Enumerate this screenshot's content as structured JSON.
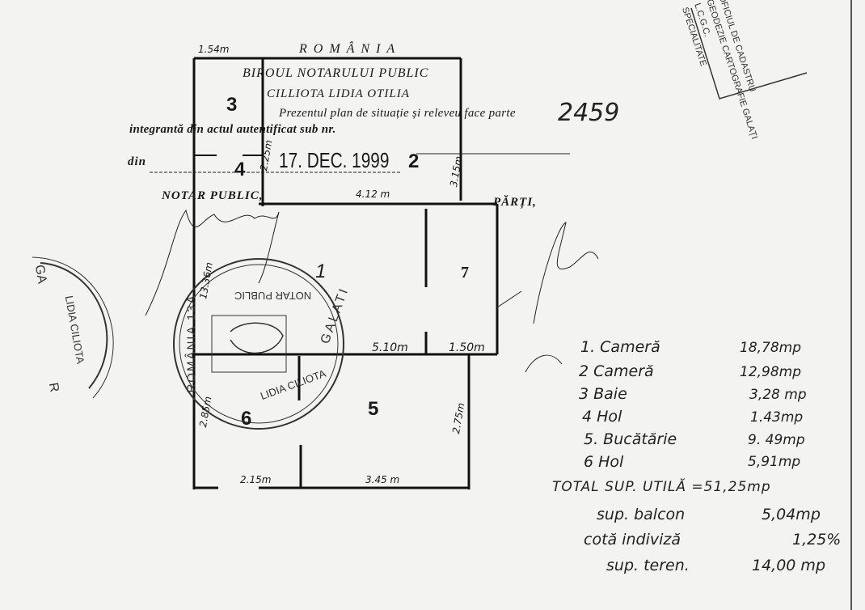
{
  "header": {
    "country": "ROMÂNIA",
    "office": "BIROUL NOTARULUI PUBLIC",
    "notary_name": "CILLIOTA LIDIA OTILIA",
    "statement_line1": "Prezentul plan de situație și releveu face parte",
    "statement_line2": "integrantă din actul autentificat sub nr.",
    "act_number": "2459",
    "date_stamp": "17. DEC. 1999",
    "din_label": "din",
    "notary_label": "NOTAR PUBLIC,",
    "parties_label": "PĂRȚI,"
  },
  "plan": {
    "rooms": [
      "1",
      "2",
      "3",
      "4",
      "5",
      "6",
      "7"
    ],
    "dimensions": {
      "top": "1.54m",
      "left_upper": "2.25m",
      "right_upper": "3.15m",
      "mid_width": "4.12 m",
      "left_mid": "13.36m",
      "inner": "5.10m",
      "room7": "1.50m",
      "right_lower": "2.75m",
      "left_lower": "2.85m",
      "bottom_left": "2.15m",
      "bottom_right": "3.45 m"
    }
  },
  "stamps": {
    "cadastre": [
      "OFICIUL DE CADASTRU",
      "GEODEZIE CARTOGRAFIE GALAȚI",
      "L.C.G.C.",
      "SPECIALITATE"
    ],
    "notary_round": {
      "ring": "ROMÂNIA 13A",
      "center": "NOTAR PUBLIC",
      "name": "LIDIA CILIOTA",
      "city": "GALATI"
    },
    "left_partial": {
      "city": "GA",
      "name": "LIDIA CILIOTA",
      "letter": "R"
    }
  },
  "legend": {
    "rooms": [
      {
        "label": "1. Cameră",
        "area": "18,78mp"
      },
      {
        "label": "2 Cameră",
        "area": "12,98mp"
      },
      {
        "label": "3 Baie",
        "area": "3,28 mp"
      },
      {
        "label": "4 Hol",
        "area": "1.43mp"
      },
      {
        "label": "5. Bucătărie",
        "area": "9. 49mp"
      },
      {
        "label": "6 Hol",
        "area": "5,91mp"
      }
    ],
    "total": "TOTAL SUP. UTILĂ =51,25mp",
    "balcony_label": "sup. balcon",
    "balcony": "5,04mp",
    "share_label": "cotă indiviză",
    "share": "1,25%",
    "land_label": "sup. teren.",
    "land": "14,00 mp"
  }
}
